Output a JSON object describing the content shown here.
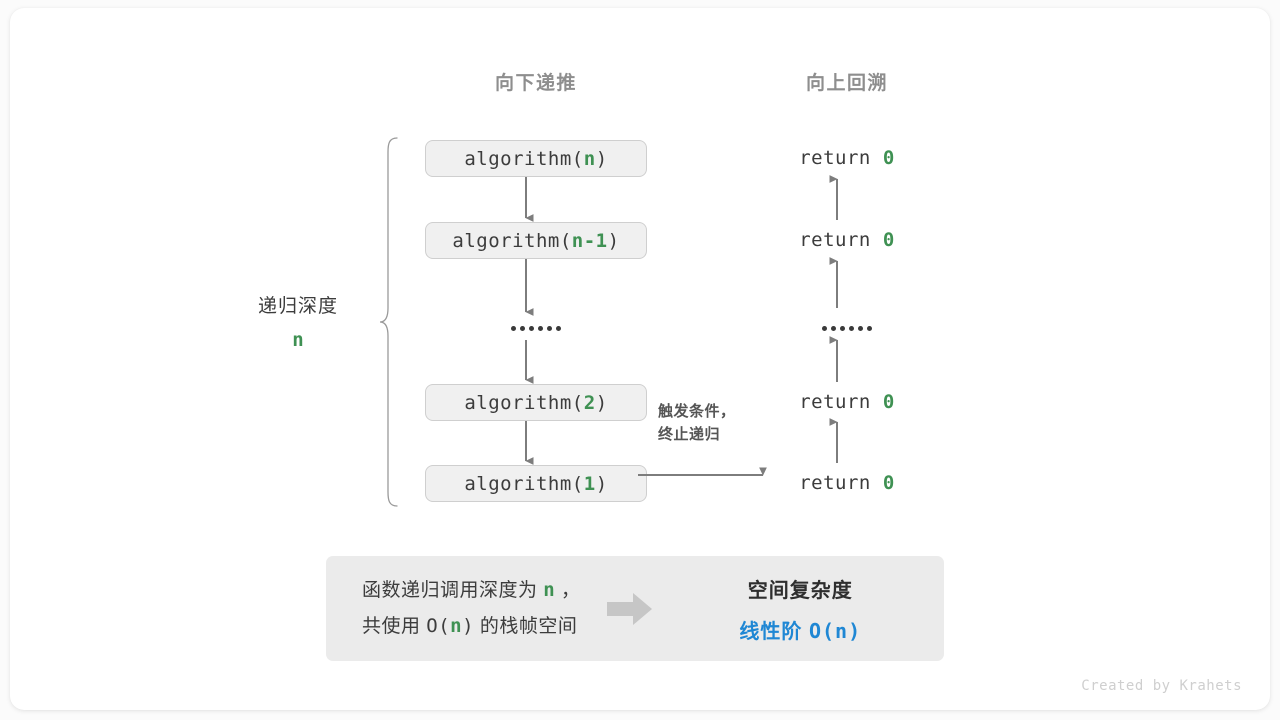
{
  "canvas": {
    "background": "#ffffff",
    "page_background": "#fbfbfb"
  },
  "colors": {
    "accent_green": "#3f9153",
    "accent_blue": "#1f87d4",
    "text_dark": "#3c3c3c",
    "header_gray": "#8e8e8e",
    "box_fill": "#f0f0f0",
    "box_border": "#cfcfcf",
    "summary_fill": "#ebebeb",
    "arrow_gray": "#7d7d7d",
    "credit_gray": "#cfcfcf"
  },
  "headers": {
    "down": "向下递推",
    "up": "向上回溯"
  },
  "depth_label": {
    "text": "递归深度",
    "value": "n"
  },
  "call_stack": [
    {
      "prefix": "algorithm(",
      "arg": "n",
      "suffix": ")"
    },
    {
      "prefix": "algorithm(",
      "arg": "n-1",
      "suffix": ")"
    },
    {
      "ellipsis": true
    },
    {
      "prefix": "algorithm(",
      "arg": "2",
      "suffix": ")"
    },
    {
      "prefix": "algorithm(",
      "arg": "1",
      "suffix": ")"
    }
  ],
  "return_column": [
    {
      "text": "return",
      "value": "0"
    },
    {
      "text": "return",
      "value": "0"
    },
    {
      "ellipsis": true
    },
    {
      "text": "return",
      "value": "0"
    },
    {
      "text": "return",
      "value": "0"
    }
  ],
  "terminate_note": {
    "line1": "触发条件，",
    "line2": "终止递归"
  },
  "summary": {
    "left_line1_a": "函数递归调用深度为 ",
    "left_line1_n": "n",
    "left_line1_b": " ，",
    "left_line2_a": "共使用 ",
    "left_line2_o": "O(",
    "left_line2_n": "n",
    "left_line2_c": ")",
    "left_line2_b": " 的栈帧空间",
    "arrow_icon": "right-block-arrow-icon",
    "right_title": "空间复杂度",
    "right_value_text": "线性阶 ",
    "right_value_mono": "O(n)"
  },
  "credit": "Created by Krahets"
}
